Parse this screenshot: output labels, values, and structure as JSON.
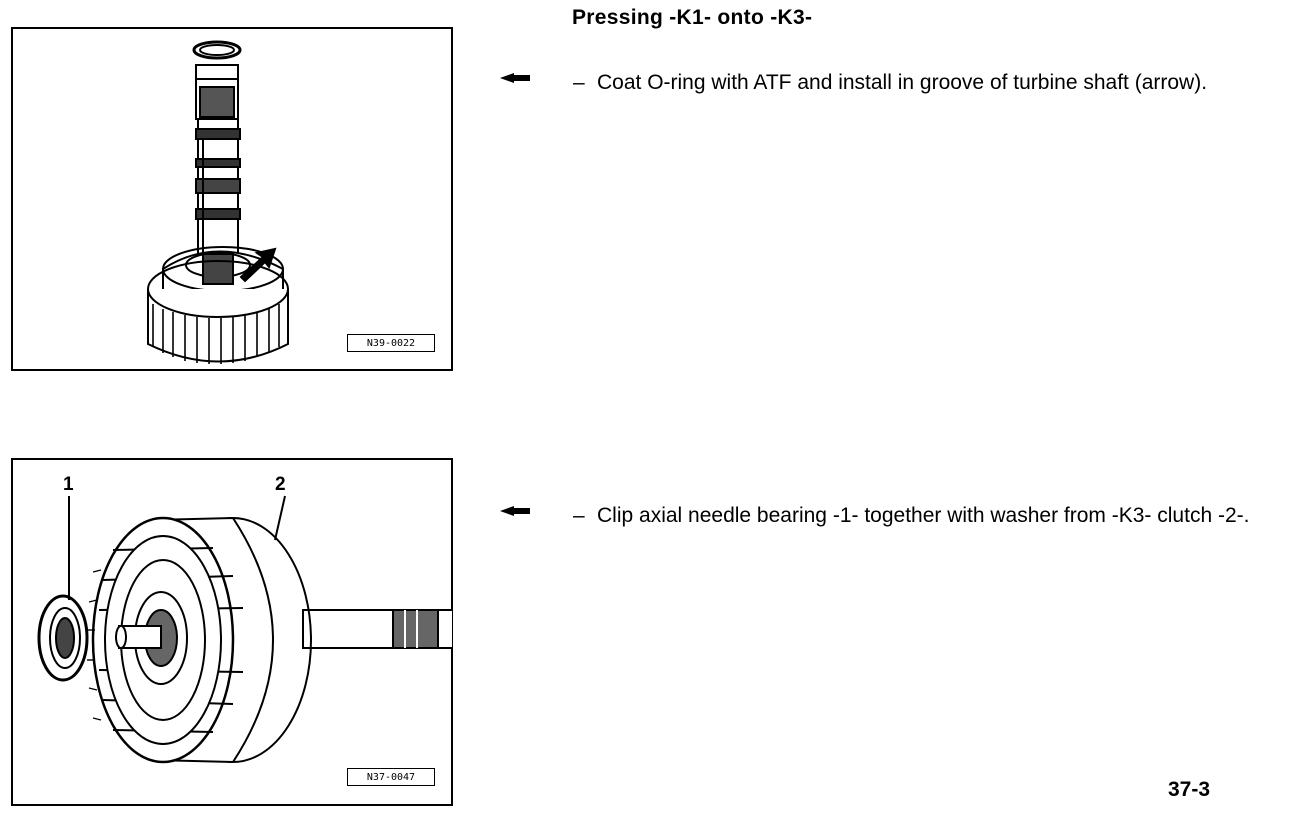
{
  "page": {
    "heading": "Pressing -K1- onto -K3-",
    "page_number": "37-3"
  },
  "figures": [
    {
      "code": "N39-0022",
      "callouts": []
    },
    {
      "code": "N37-0047",
      "callouts": [
        "1",
        "2"
      ]
    }
  ],
  "steps": [
    {
      "bullet": "–",
      "text": "Coat O-ring with ATF and install in groove of turbine shaft (arrow)."
    },
    {
      "bullet": "–",
      "text": "Clip axial needle bearing -1- together with washer from -K3- clutch -2-."
    }
  ],
  "colors": {
    "ink": "#000000",
    "paper": "#ffffff"
  },
  "icons": {
    "pointer": "arrow-left-pointer-icon"
  }
}
